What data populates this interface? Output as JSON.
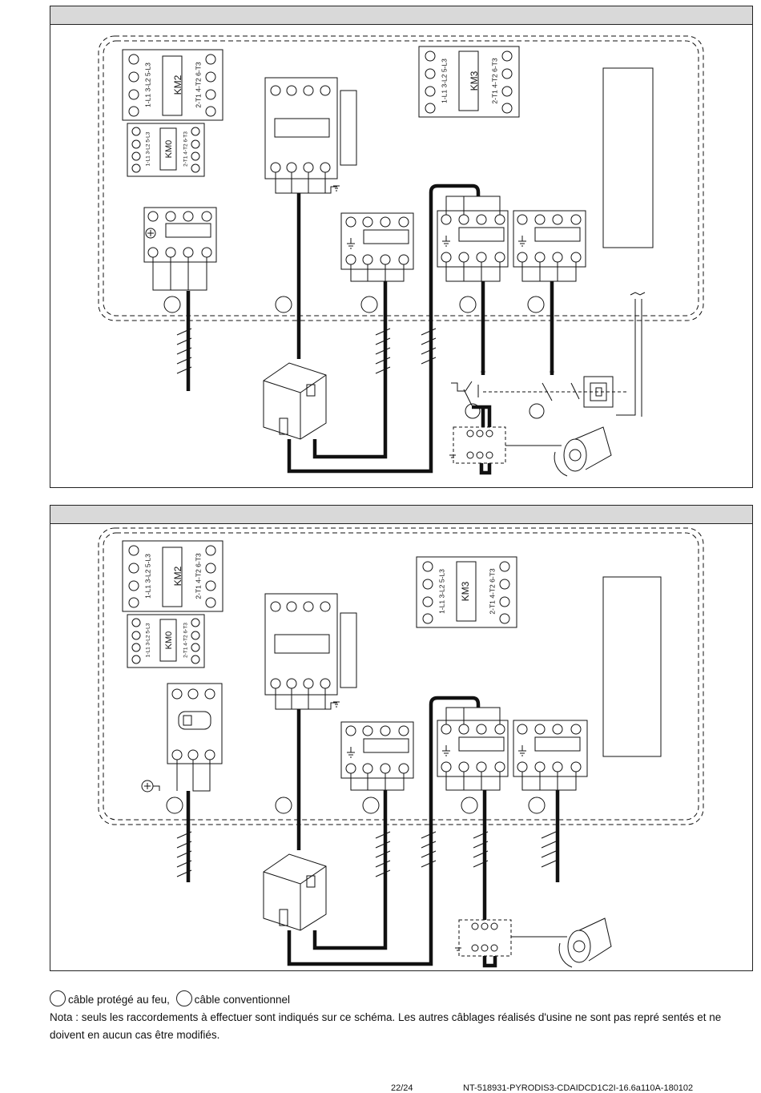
{
  "diagram1": {
    "km2": {
      "name": "KM2",
      "left": "1-L1 3-L2 5-L3",
      "right": "2-T1 4-T2 6-T3"
    },
    "km0": {
      "name": "KM0",
      "left": "1-L1 3-L2 5-L3",
      "right": "2-T1 4-T2 6-T3"
    },
    "km3": {
      "name": "KM3",
      "left": "1-L1 3-L2 5-L3",
      "right": "2-T1 4-T2 6-T3"
    }
  },
  "diagram2": {
    "km2": {
      "name": "KM2",
      "left": "1-L1 3-L2 5-L3",
      "right": "2-T1 4-T2 6-T3"
    },
    "km0": {
      "name": "KM0",
      "left": "1-L1 3-L2 5-L3",
      "right": "2-T1 4-T2 6-T3"
    },
    "km3": {
      "name": "KM3",
      "left": "1-L1 3-L2 5-L3",
      "right": "2-T1 4-T2 6-T3"
    }
  },
  "legend": {
    "fire_cable": "câble protégé au feu,",
    "conv_cable": "câble conventionnel",
    "note": "Nota : seuls les raccordements à effectuer sont indiqués sur ce schéma. Les autres câblages réalisés d'usine ne sont pas repré sentés et ne doivent en aucun cas être modifiés."
  },
  "footer": {
    "page": "22/24",
    "doc": "NT-518931-PYRODIS3-CDAIDCD1C2I-16.6a110A-180102"
  }
}
